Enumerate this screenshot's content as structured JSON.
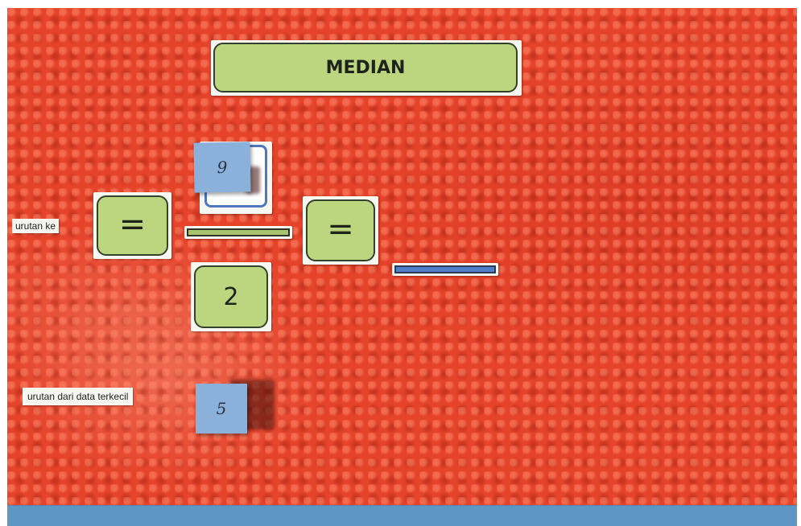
{
  "title": "MEDIAN",
  "labels": {
    "position_label": "urutan ke",
    "sorted_label": "urutan dari data terkecil"
  },
  "equation": {
    "first_equals": "=",
    "second_equals": "=",
    "denominator": "2",
    "numerator_note": "9"
  },
  "answer_note": "5",
  "colors": {
    "board": "#e5432a",
    "card": "#bcd57f",
    "sticky_note": "#8bb0d9",
    "bottom_strip": "#5f97c4"
  }
}
